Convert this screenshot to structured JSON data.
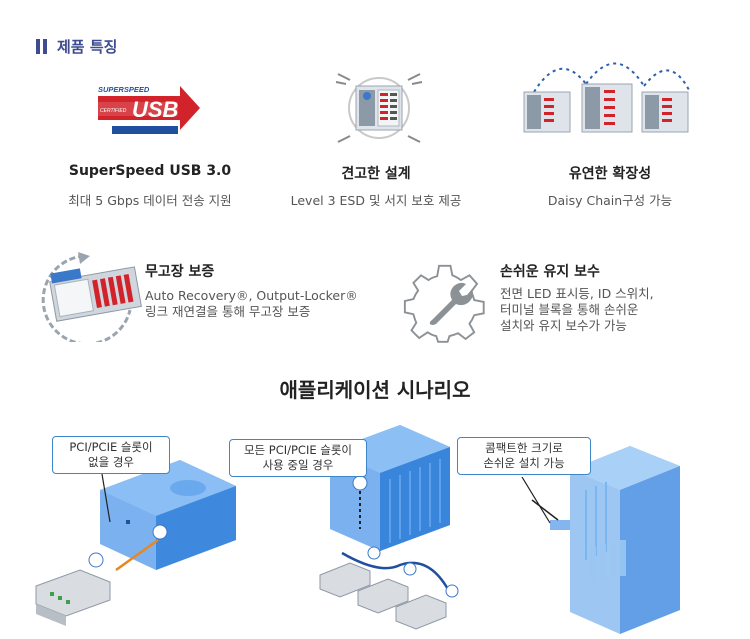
{
  "section": {
    "title": "제품 특징"
  },
  "features_top": [
    {
      "title": "SuperSpeed USB 3.0",
      "desc": "최대 5 Gbps 데이터 전송 지원",
      "icon": "usb-superspeed-logo"
    },
    {
      "title": "견고한 설계",
      "desc": "Level 3 ESD 및 서지 보호 제공",
      "icon": "rugged-device-icon"
    },
    {
      "title": "유연한 확장성",
      "desc": "Daisy Chain구성 가능",
      "icon": "daisy-chain-icon"
    }
  ],
  "usb_logo": {
    "line1": "SUPERSPEED",
    "line2": "USB",
    "line3": "CERTIFIED"
  },
  "features_mid": [
    {
      "title": "무고장 보증",
      "desc_lines": [
        "Auto Recovery®, Output-Locker®",
        "링크 재연결을 통해 무고장 보증"
      ],
      "icon": "recovery-device-icon"
    },
    {
      "title": "손쉬운 유지 보수",
      "desc_lines": [
        "전면 LED 표시등, ID 스위치,",
        "터미널 블록을 통해 손쉬운",
        "설치와 유지 보수가 가능"
      ],
      "icon": "gear-wrench-icon"
    }
  ],
  "applications": {
    "title": "애플리케이션 시나리오",
    "callouts": [
      {
        "lines": [
          "PCI/PCIE 슬롯이",
          "없을 경우"
        ]
      },
      {
        "lines": [
          "모든 PCI/PCIE 슬롯이",
          "사용 중일 경우"
        ]
      },
      {
        "lines": [
          "콤팩트한 크기로",
          "손쉬운 설치 가능"
        ]
      }
    ]
  },
  "colors": {
    "accent": "#3d4d8f",
    "usb_red": "#d2232a",
    "usb_blue": "#1f4f9e",
    "illustration_blue": "#4f97e8"
  }
}
